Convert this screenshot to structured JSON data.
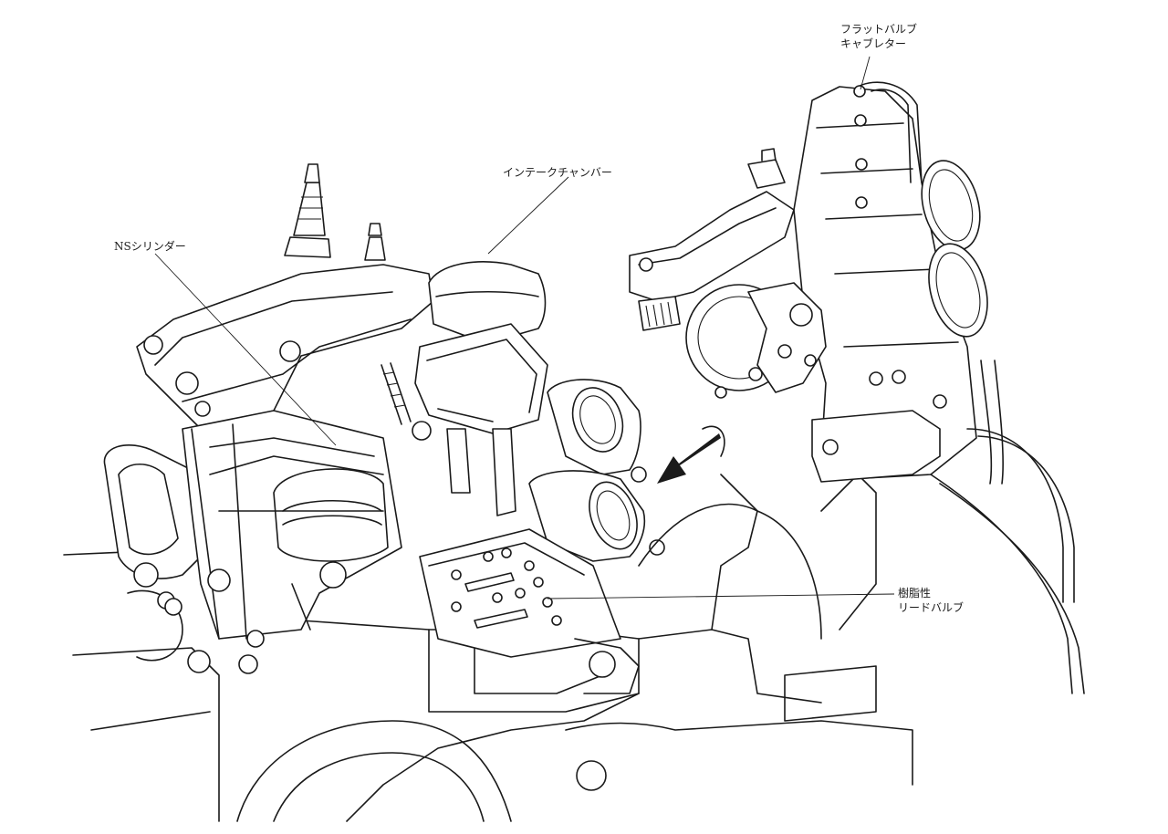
{
  "labels": {
    "flat_valve_carb_line1": "フラットバルブ",
    "flat_valve_carb_line2": "キャブレター",
    "intake_chamber": "インテークチャンバー",
    "ns_cylinder": "NSシリンダー",
    "resin_reed_valve_line1": "樹脂性",
    "resin_reed_valve_line2": "リードバルブ"
  }
}
